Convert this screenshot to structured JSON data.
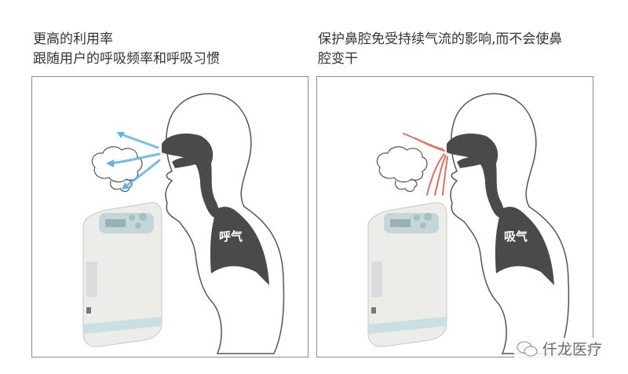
{
  "panels": [
    {
      "caption_line1": "更高的利用率",
      "caption_line2": "跟随用户的呼吸频率和呼吸习惯",
      "lung_label": "呼气",
      "airflow_color": "#5ab4e6",
      "airflow_direction": "exhale"
    },
    {
      "caption_line1": "保护鼻腔免受持续气流的影响,而不会使鼻",
      "caption_line2": "腔变干",
      "lung_label": "吸气",
      "airflow_color": "#e0483c",
      "airflow_direction": "inhale"
    }
  ],
  "watermark": {
    "icon": "wechat-icon",
    "text": "仟龙医疗"
  }
}
